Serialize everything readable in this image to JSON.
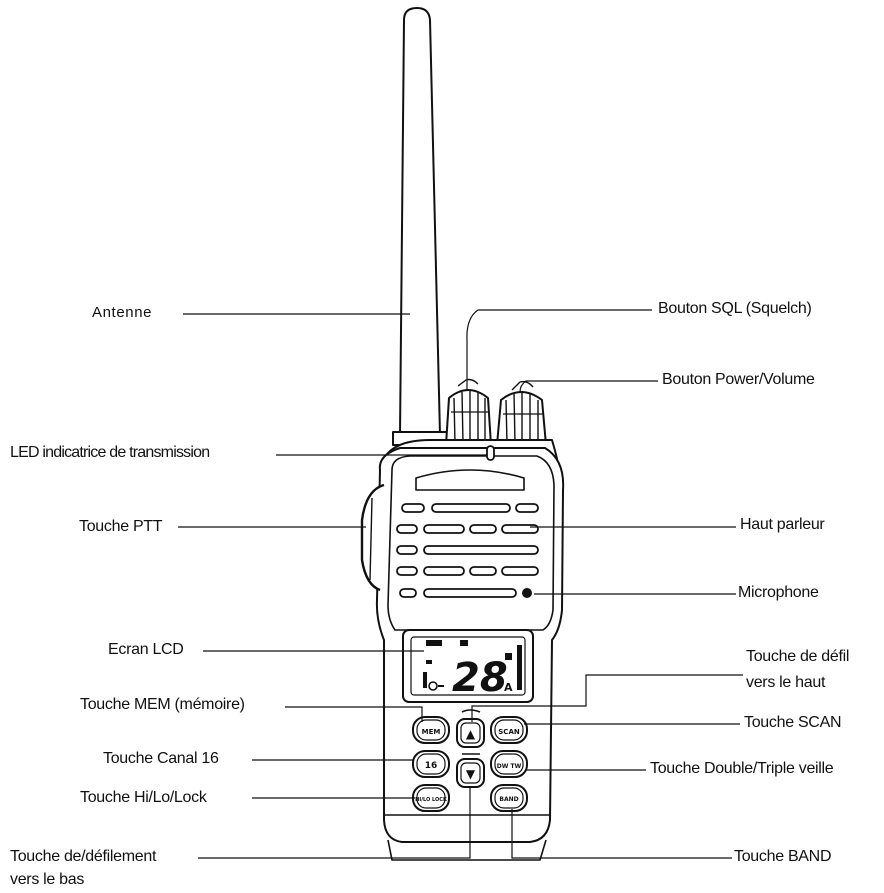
{
  "labels": {
    "antenne": "Antenne",
    "led": "LED indicatrice de transmission",
    "ptt": "Touche PTT",
    "lcd": "Ecran LCD",
    "mem": "Touche MEM (mémoire)",
    "canal16": "Touche Canal 16",
    "hilo": "Touche Hi/Lo/Lock",
    "scroll_down_1": "Touche de/défilement",
    "scroll_down_2": "vers le bas",
    "sql": "Bouton SQL (Squelch)",
    "power": "Bouton  Power/Volume",
    "speaker": "Haut parleur",
    "micro": "Microphone",
    "scroll_up_1": "Touche de défil",
    "scroll_up_2": "vers le haut",
    "scan": "Touche SCAN",
    "dual": "Touche Double/Triple veille",
    "band": "Touche BAND"
  },
  "device": {
    "lcd_channel": "28",
    "lcd_suffix": "A",
    "keys": {
      "mem": "MEM",
      "ch16": "16",
      "hilo": "HI/LO LOCK",
      "scan": "SCAN",
      "dual": "DW TW",
      "band": "BAND",
      "up": "▲",
      "down": "▼"
    }
  }
}
